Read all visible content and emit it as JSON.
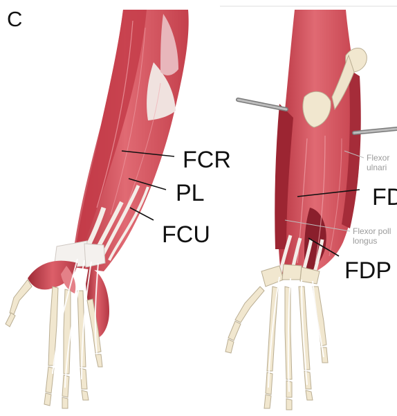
{
  "panel_letter": "C",
  "left_labels": {
    "fcr": "FCR",
    "pl": "PL",
    "fcu": "FCU"
  },
  "right_labels": {
    "fd": "FD",
    "fdp": "FDP",
    "flexor_ulnaris_line1": "Flexor",
    "flexor_ulnaris_line2": "ulnari",
    "flexor_pollicis_line1": "Flexor poll",
    "flexor_pollicis_line2": "longus"
  },
  "colors": {
    "muscle": "#d9545f",
    "muscle_dark": "#b5323e",
    "muscle_light": "#ec8a92",
    "tendon": "#f3ece6",
    "bone": "#f1e7cf",
    "bone_edge": "#b9ad92"
  }
}
